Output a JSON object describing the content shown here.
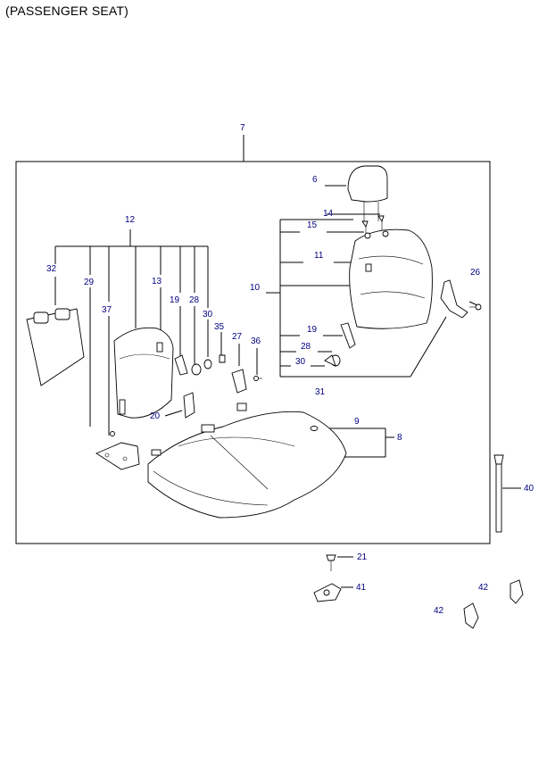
{
  "title": "(PASSENGER SEAT)",
  "callouts": {
    "c7": "7",
    "c6": "6",
    "c14": "14",
    "c15": "15",
    "c11": "11",
    "c10": "10",
    "c12": "12",
    "c26": "26",
    "c32": "32",
    "c29": "29",
    "c37": "37",
    "c13": "13",
    "c19a": "19",
    "c28a": "28",
    "c30a": "30",
    "c35": "35",
    "c27": "27",
    "c36": "36",
    "c19b": "19",
    "c28b": "28",
    "c30b": "30",
    "c31": "31",
    "c20": "20",
    "c9": "9",
    "c8": "8",
    "c40": "40",
    "c21": "21",
    "c41": "41",
    "c42a": "42",
    "c42b": "42"
  }
}
